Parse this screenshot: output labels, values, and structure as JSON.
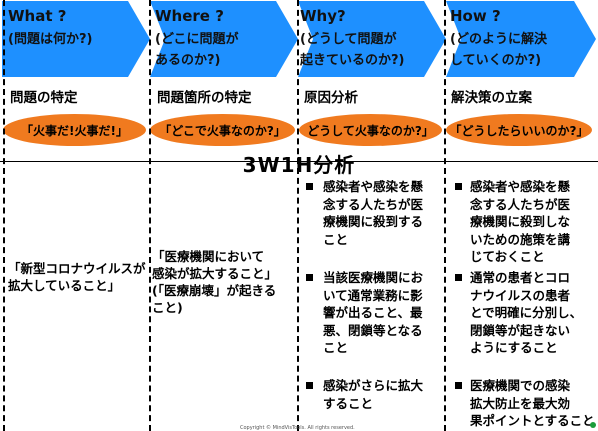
{
  "colors": {
    "arrow_blue": "#1e90ff",
    "oval_orange": "#f07a1f",
    "footer_dot": "#1a9c3a"
  },
  "headers": [
    {
      "q": "What ?",
      "sub": "(問題は何か?)"
    },
    {
      "q": "Where ?",
      "sub": "(どこに問題が\nあるのか?)"
    },
    {
      "q": "Why?",
      "sub": "(どうして問題が\n起きているのか?)"
    },
    {
      "q": "How ?",
      "sub": "(どのように解決\nしていくのか?)"
    }
  ],
  "phase_titles": [
    "問題の特定",
    "問題箇所の特定",
    "原因分析",
    "解決策の立案"
  ],
  "ovals": [
    "「火事だ!火事だ!」",
    "「どこで火事なのか?」",
    "どうして火事なのか?」",
    "「どうしたらいいのか?」"
  ],
  "center_title": "3W1H分析",
  "what_text": "「新型コロナウイルスが\n拡大していること」",
  "where_text": "「医療機関において\n感染が拡大すること」\n(「医療崩壊」が起きる\nこと)",
  "why_bullets": [
    "感染者や感染を懸\n念する人たちが医\n療機関に殺到する\nこと",
    "当該医療機関にお\nいて通常業務に影\n響が出ること、最\n悪、閉鎖等となる\nこと",
    "感染がさらに拡大\nすること"
  ],
  "how_bullets": [
    "感染者や感染を懸\n念する人たちが医\n療機関に殺到しな\nいための施策を講\nじておくこと",
    "通常の患者とコロ\nナウイルスの患者\nとで明確に分別し、\n閉鎖等が起きない\nようにすること",
    "医療機関での感染\n拡大防止を最大効\n果ポイントとすること"
  ],
  "footer": "Copyright © MindVisTools. All rights reserved."
}
